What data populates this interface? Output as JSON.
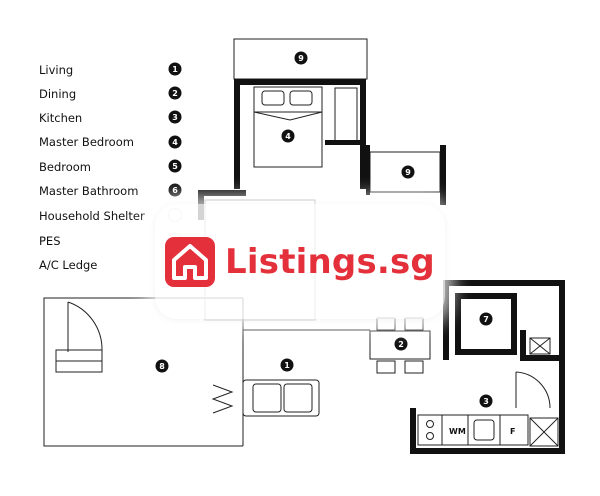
{
  "legend": [
    {
      "label": "Living",
      "marker": "1"
    },
    {
      "label": "Dining",
      "marker": "2"
    },
    {
      "label": "Kitchen",
      "marker": "3"
    },
    {
      "label": "Master Bedroom",
      "marker": "4"
    },
    {
      "label": "Bedroom",
      "marker": "5"
    },
    {
      "label": "Master Bathroom",
      "marker": "6"
    },
    {
      "label": "Household Shelter",
      "marker": ""
    },
    {
      "label": "PES",
      "marker": ""
    },
    {
      "label": "A/C Ledge",
      "marker": ""
    }
  ],
  "room_markers": {
    "ac_ledge_top": "9",
    "master_bedroom": "4",
    "ac_ledge_right": "9",
    "household_shelter": "7",
    "dining": "2",
    "pes": "8",
    "living": "1",
    "kitchen": "3"
  },
  "fixtures": {
    "washer": "WM",
    "fridge": "F"
  },
  "watermark": {
    "brand": "Listings.sg",
    "color": "#e3303a"
  }
}
